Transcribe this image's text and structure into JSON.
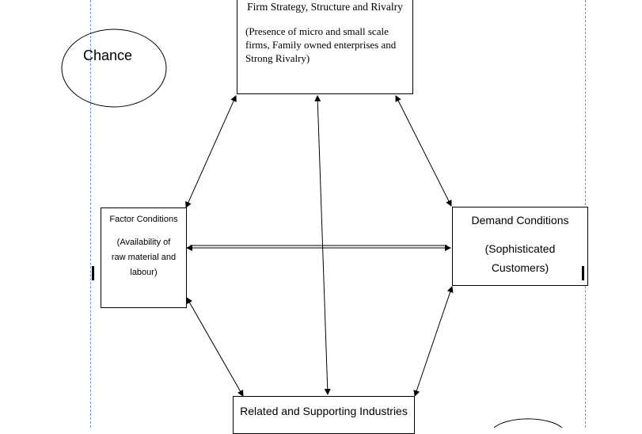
{
  "nodes": {
    "firm_strategy": {
      "title": "Firm Strategy, Structure and Rivalry",
      "detail_lines": [
        "(Presence of micro and small scale",
        "firms, Family owned enterprises and",
        "Strong Rivalry)"
      ]
    },
    "factor_conditions": {
      "title": "Factor Conditions",
      "detail_lines": [
        "(Availability of",
        "raw material and",
        "labour)"
      ]
    },
    "demand_conditions": {
      "title": "Demand Conditions",
      "detail_lines": [
        "(Sophisticated",
        "Customers)"
      ]
    },
    "related_supporting": {
      "title": "Related and Supporting Industries"
    },
    "chance": {
      "label": "Chance"
    }
  },
  "colors": {
    "stroke": "#000000",
    "guide": "#6b8fd6"
  }
}
